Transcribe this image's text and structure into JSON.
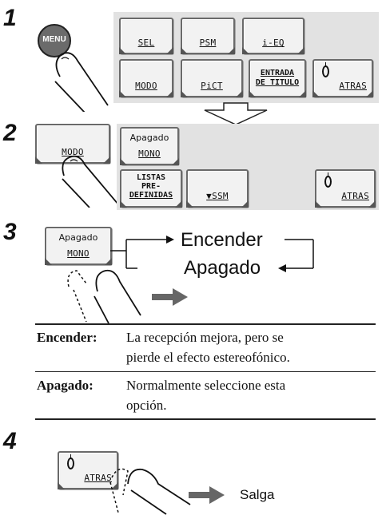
{
  "steps": [
    "1",
    "2",
    "3",
    "4"
  ],
  "step1": {
    "menu_button": "MENU",
    "menu_items": [
      "SEL",
      "PSM",
      "i-EQ",
      "MODO",
      "PiCT",
      "ENTRADA DE TITULO",
      "ATRAS"
    ],
    "entrada_line1": "ENTRADA",
    "entrada_line2": "DE TITULO"
  },
  "step2": {
    "modo_button": "MODO",
    "mono_status": "Apagado",
    "mono_label": "MONO",
    "listas_line1": "LISTAS",
    "listas_line2": "PRE-",
    "listas_line3": "DEFINIDAS",
    "ssm_label": "SSM",
    "back_label": "ATRAS"
  },
  "step3": {
    "mono_status": "Apagado",
    "mono_label": "MONO",
    "option_on": "Encender",
    "option_off": "Apagado"
  },
  "definitions": [
    {
      "term": "Encender:",
      "line1": "La recepción mejora, pero se",
      "line2": "pierde el efecto estereofónico."
    },
    {
      "term": "Apagado:",
      "line1": "Normalmente seleccione esta",
      "line2": "opción."
    }
  ],
  "step4": {
    "back_label": "ATRAS",
    "exit_label": "Salga"
  },
  "colors": {
    "panel": "#e2e2e2",
    "arrow": "#666666"
  }
}
